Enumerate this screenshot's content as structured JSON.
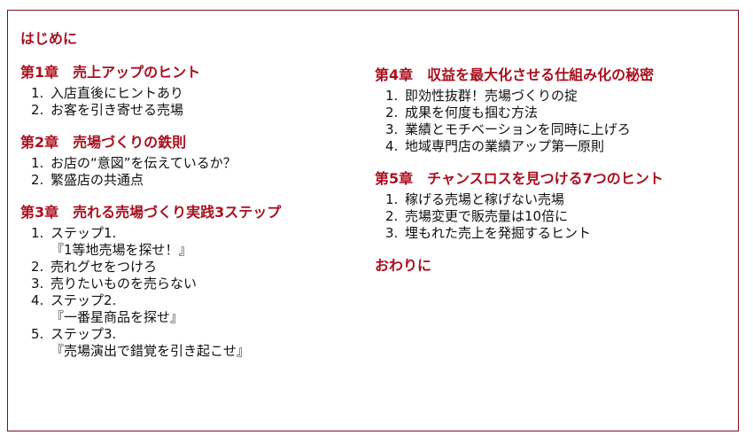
{
  "intro": "はじめに",
  "outro": "おわりに",
  "left_chapters": [
    {
      "title": "第1章　売上アップのヒント",
      "items": [
        {
          "num": "1.",
          "lines": [
            "入店直後にヒントあり"
          ]
        },
        {
          "num": "2.",
          "lines": [
            "お客を引き寄せる売場"
          ]
        }
      ]
    },
    {
      "title": "第2章　売場づくりの鉄則",
      "items": [
        {
          "num": "1.",
          "lines": [
            "お店の“意図”を伝えているか？"
          ]
        },
        {
          "num": "2.",
          "lines": [
            "繁盛店の共通点"
          ]
        }
      ]
    },
    {
      "title": "第3章　売れる売場づくり実践3ステップ",
      "items": [
        {
          "num": "1.",
          "lines": [
            "ステップ1.",
            "『1等地売場を探せ！』"
          ]
        },
        {
          "num": "2.",
          "lines": [
            "売れグセをつけろ"
          ]
        },
        {
          "num": "3.",
          "lines": [
            "売りたいものを売らない"
          ]
        },
        {
          "num": "4.",
          "lines": [
            "ステップ2.",
            "『一番星商品を探せ』"
          ]
        },
        {
          "num": "5.",
          "lines": [
            "ステップ3.",
            "『売場演出で錯覚を引き起こせ』"
          ]
        }
      ]
    }
  ],
  "right_chapters": [
    {
      "title": "第4章　収益を最大化させる仕組み化の秘密",
      "items": [
        {
          "num": "1.",
          "lines": [
            "即効性抜群！売場づくりの掟"
          ]
        },
        {
          "num": "2.",
          "lines": [
            "成果を何度も掴む方法"
          ]
        },
        {
          "num": "3.",
          "lines": [
            "業績とモチベーションを同時に上げろ"
          ]
        },
        {
          "num": "4.",
          "lines": [
            "地域専門店の業績アップ第一原則"
          ]
        }
      ]
    },
    {
      "title": "第5章　チャンスロスを見つける7つのヒント",
      "items": [
        {
          "num": "1.",
          "lines": [
            "稼げる売場と稼げない売場"
          ]
        },
        {
          "num": "2.",
          "lines": [
            "売場変更で販売量は10倍に"
          ]
        },
        {
          "num": "3.",
          "lines": [
            "埋もれた売上を発掘するヒント"
          ]
        }
      ]
    }
  ],
  "colors": {
    "heading": "#a8101e",
    "border": "#7a1020",
    "text": "#111111"
  }
}
